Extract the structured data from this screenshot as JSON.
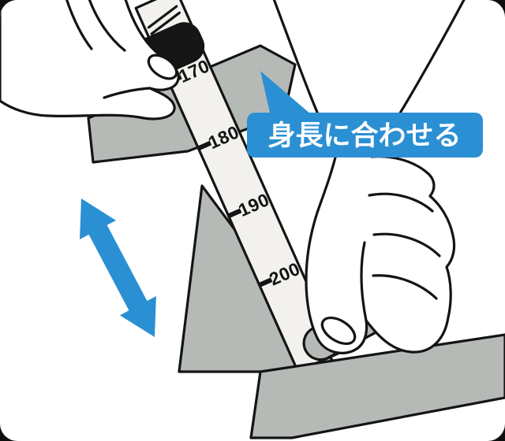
{
  "callout": {
    "label": "身長に合わせる"
  },
  "scale": {
    "values": [
      "170",
      "180",
      "190",
      "200"
    ]
  },
  "colors": {
    "accent_blue": "#2b8fd3",
    "machine_gray": "#b6bab6",
    "strip_white": "#f2f1ee",
    "cap_black": "#161616"
  }
}
